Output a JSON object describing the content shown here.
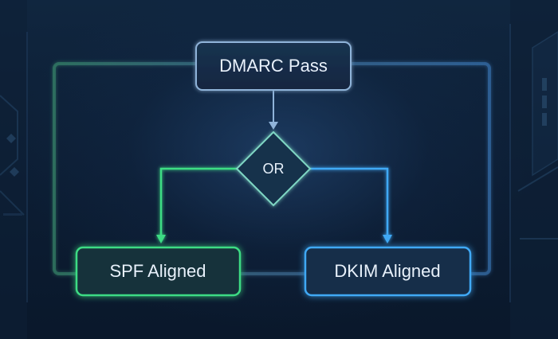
{
  "diagram": {
    "top_node": {
      "label": "DMARC Pass"
    },
    "decision_node": {
      "label": "OR"
    },
    "left_node": {
      "label": "SPF Aligned"
    },
    "right_node": {
      "label": "DKIM Aligned"
    }
  },
  "colors": {
    "background": "#0b1a2e",
    "top_border": "#8fb3d9",
    "decision_border": "#7fd6c4",
    "left_accent": "#3ddc84",
    "right_accent": "#3fa9f5",
    "text": "#e8f1fb"
  },
  "icons": [
    "circuit-decoration-left",
    "circuit-decoration-right",
    "arrow-down-icon"
  ]
}
